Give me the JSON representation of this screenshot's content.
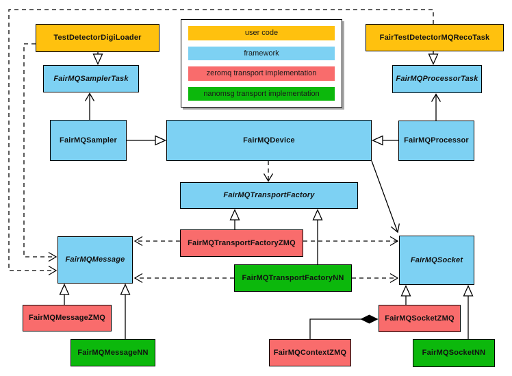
{
  "diagram": {
    "kind": "uml-class-diagram",
    "subject": "FairMQ framework transport classes"
  },
  "colors": {
    "user_code": "#FFC10E",
    "framework": "#7DD1F3",
    "zeromq": "#F96C6C",
    "nanomsg": "#0CB80C",
    "line": "#000000",
    "background": "#FFFFFF"
  },
  "legend": {
    "items": [
      {
        "label": "user code",
        "color": "#FFC10E"
      },
      {
        "label": "framework",
        "color": "#7DD1F3"
      },
      {
        "label": "zeromq transport implementation",
        "color": "#F96C6C"
      },
      {
        "label": "nanomsg transport implementation",
        "color": "#0CB80C"
      }
    ]
  },
  "nodes": {
    "testDetectorDigiLoader": {
      "label": "TestDetectorDigiLoader",
      "color": "#FFC10E",
      "abstract": false
    },
    "fairTestDetectorMQRecoTask": {
      "label": "FairTestDetectorMQRecoTask",
      "color": "#FFC10E",
      "abstract": false
    },
    "fairMQSamplerTask": {
      "label": "FairMQSamplerTask",
      "color": "#7DD1F3",
      "abstract": true
    },
    "fairMQProcessorTask": {
      "label": "FairMQProcessorTask",
      "color": "#7DD1F3",
      "abstract": true
    },
    "fairMQSampler": {
      "label": "FairMQSampler",
      "color": "#7DD1F3",
      "abstract": false
    },
    "fairMQDevice": {
      "label": "FairMQDevice",
      "color": "#7DD1F3",
      "abstract": false
    },
    "fairMQProcessor": {
      "label": "FairMQProcessor",
      "color": "#7DD1F3",
      "abstract": false
    },
    "fairMQTransportFactory": {
      "label": "FairMQTransportFactory",
      "color": "#7DD1F3",
      "abstract": true
    },
    "fairMQTransportFactoryZMQ": {
      "label": "FairMQTransportFactoryZMQ",
      "color": "#F96C6C",
      "abstract": false
    },
    "fairMQTransportFactoryNN": {
      "label": "FairMQTransportFactoryNN",
      "color": "#0CB80C",
      "abstract": false
    },
    "fairMQMessage": {
      "label": "FairMQMessage",
      "color": "#7DD1F3",
      "abstract": true
    },
    "fairMQSocket": {
      "label": "FairMQSocket",
      "color": "#7DD1F3",
      "abstract": true
    },
    "fairMQMessageZMQ": {
      "label": "FairMQMessageZMQ",
      "color": "#F96C6C",
      "abstract": false
    },
    "fairMQMessageNN": {
      "label": "FairMQMessageNN",
      "color": "#0CB80C",
      "abstract": false
    },
    "fairMQSocketZMQ": {
      "label": "FairMQSocketZMQ",
      "color": "#F96C6C",
      "abstract": false
    },
    "fairMQContextZMQ": {
      "label": "FairMQContextZMQ",
      "color": "#F96C6C",
      "abstract": false
    },
    "fairMQSocketNN": {
      "label": "FairMQSocketNN",
      "color": "#0CB80C",
      "abstract": false
    }
  },
  "edges": [
    {
      "from": "TestDetectorDigiLoader",
      "to": "FairMQSamplerTask",
      "type": "inheritance",
      "style": "solid"
    },
    {
      "from": "FairTestDetectorMQRecoTask",
      "to": "FairMQProcessorTask",
      "type": "inheritance",
      "style": "solid"
    },
    {
      "from": "FairMQSampler",
      "to": "FairMQDevice",
      "type": "inheritance",
      "style": "solid"
    },
    {
      "from": "FairMQProcessor",
      "to": "FairMQDevice",
      "type": "inheritance",
      "style": "solid"
    },
    {
      "from": "FairMQTransportFactoryZMQ",
      "to": "FairMQTransportFactory",
      "type": "inheritance",
      "style": "solid"
    },
    {
      "from": "FairMQTransportFactoryNN",
      "to": "FairMQTransportFactory",
      "type": "inheritance",
      "style": "solid"
    },
    {
      "from": "FairMQMessageZMQ",
      "to": "FairMQMessage",
      "type": "inheritance",
      "style": "solid"
    },
    {
      "from": "FairMQMessageNN",
      "to": "FairMQMessage",
      "type": "inheritance",
      "style": "solid"
    },
    {
      "from": "FairMQSocketZMQ",
      "to": "FairMQSocket",
      "type": "inheritance",
      "style": "solid"
    },
    {
      "from": "FairMQSocketNN",
      "to": "FairMQSocket",
      "type": "inheritance",
      "style": "solid"
    },
    {
      "from": "FairMQSampler",
      "to": "FairMQSamplerTask",
      "type": "association",
      "style": "solid"
    },
    {
      "from": "FairMQProcessor",
      "to": "FairMQProcessorTask",
      "type": "association",
      "style": "solid"
    },
    {
      "from": "FairMQDevice",
      "to": "FairMQSocket",
      "type": "association",
      "style": "solid"
    },
    {
      "from": "FairMQDevice",
      "to": "FairMQTransportFactory",
      "type": "dependency",
      "style": "dashed"
    },
    {
      "from": "FairMQTransportFactoryZMQ",
      "to": "FairMQMessage",
      "type": "dependency",
      "style": "dashed"
    },
    {
      "from": "FairMQTransportFactoryZMQ",
      "to": "FairMQSocket",
      "type": "dependency",
      "style": "dashed"
    },
    {
      "from": "FairMQTransportFactoryNN",
      "to": "FairMQMessage",
      "type": "dependency",
      "style": "dashed"
    },
    {
      "from": "FairMQTransportFactoryNN",
      "to": "FairMQSocket",
      "type": "dependency",
      "style": "dashed"
    },
    {
      "from": "FairTestDetectorMQRecoTask",
      "to": "FairMQMessage",
      "type": "dependency",
      "style": "dashed"
    },
    {
      "from": "TestDetectorDigiLoader",
      "to": "FairMQMessage",
      "type": "dependency",
      "style": "dashed"
    },
    {
      "from": "FairMQContextZMQ",
      "to": "FairMQSocketZMQ",
      "type": "composition",
      "style": "solid"
    }
  ]
}
